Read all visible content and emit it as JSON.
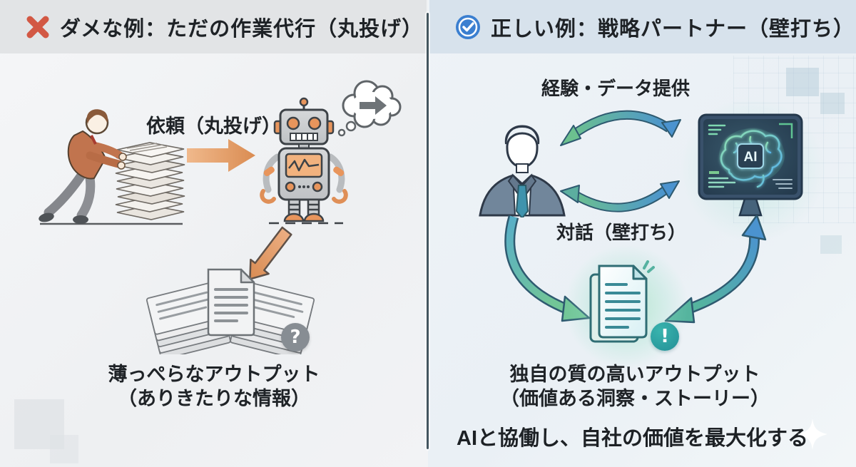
{
  "left": {
    "title": "ダメな例：ただの作業代行（丸投げ）",
    "request_label": "依頼（丸投げ）",
    "caption_line1": "薄っぺらなアウトプット",
    "caption_line2": "（ありきたりな情報）",
    "question_mark": "?"
  },
  "right": {
    "title": "正しい例：戦略パートナー（壁打ち）",
    "provide_label": "経験・データ提供",
    "dialog_label": "対話（壁打ち）",
    "ai_chip_label": "AI",
    "caption_line1": "独自の質の高いアウトプット",
    "caption_line2": "（価値ある洞察・ストーリー）",
    "exclamation_mark": "!",
    "bottom_message": "AIと協働し、自社の価値を最大化する"
  },
  "colors": {
    "bad_accent": "#d25844",
    "good_accent": "#3b7fd0",
    "orange_arrow": "#e09a6a",
    "teal_badge": "#2aa1a4",
    "green_arrow": "#6cc08f",
    "blue_arrow": "#4b93cf",
    "left_header_bg": "#e2e4e6",
    "right_header_bg": "#d7e2ec"
  }
}
